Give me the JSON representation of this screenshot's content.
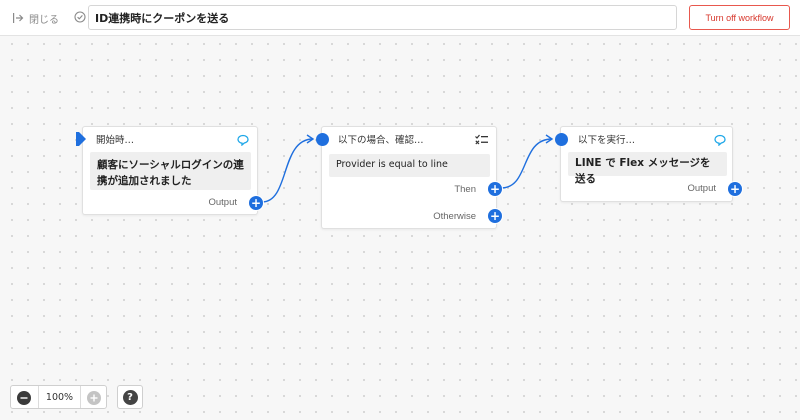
{
  "topbar": {
    "close_label": "閉じる",
    "workflow_name": "ID連携時にクーポンを送る",
    "turn_off_label": "Turn off workflow"
  },
  "nodes": {
    "trigger": {
      "header": "開始時…",
      "body_line1": "顧客にソーシャルログインの連",
      "body_line2": "携が追加されました",
      "output_label": "Output",
      "header_icon": "play-icon",
      "corner_icon": "line-chat-icon"
    },
    "condition": {
      "header": "以下の場合、確認…",
      "body": "Provider is equal to line",
      "then_label": "Then",
      "otherwise_label": "Otherwise",
      "corner_icon": "condition-list-icon"
    },
    "action": {
      "header": "以下を実行…",
      "body": "LINE で Flex メッセージを送る",
      "output_label": "Output",
      "corner_icon": "line-chat-icon"
    }
  },
  "zoom": {
    "level": "100%"
  },
  "colors": {
    "accent": "#1f6fde",
    "danger": "#d7362b",
    "line_app": "#1ea7e8"
  }
}
